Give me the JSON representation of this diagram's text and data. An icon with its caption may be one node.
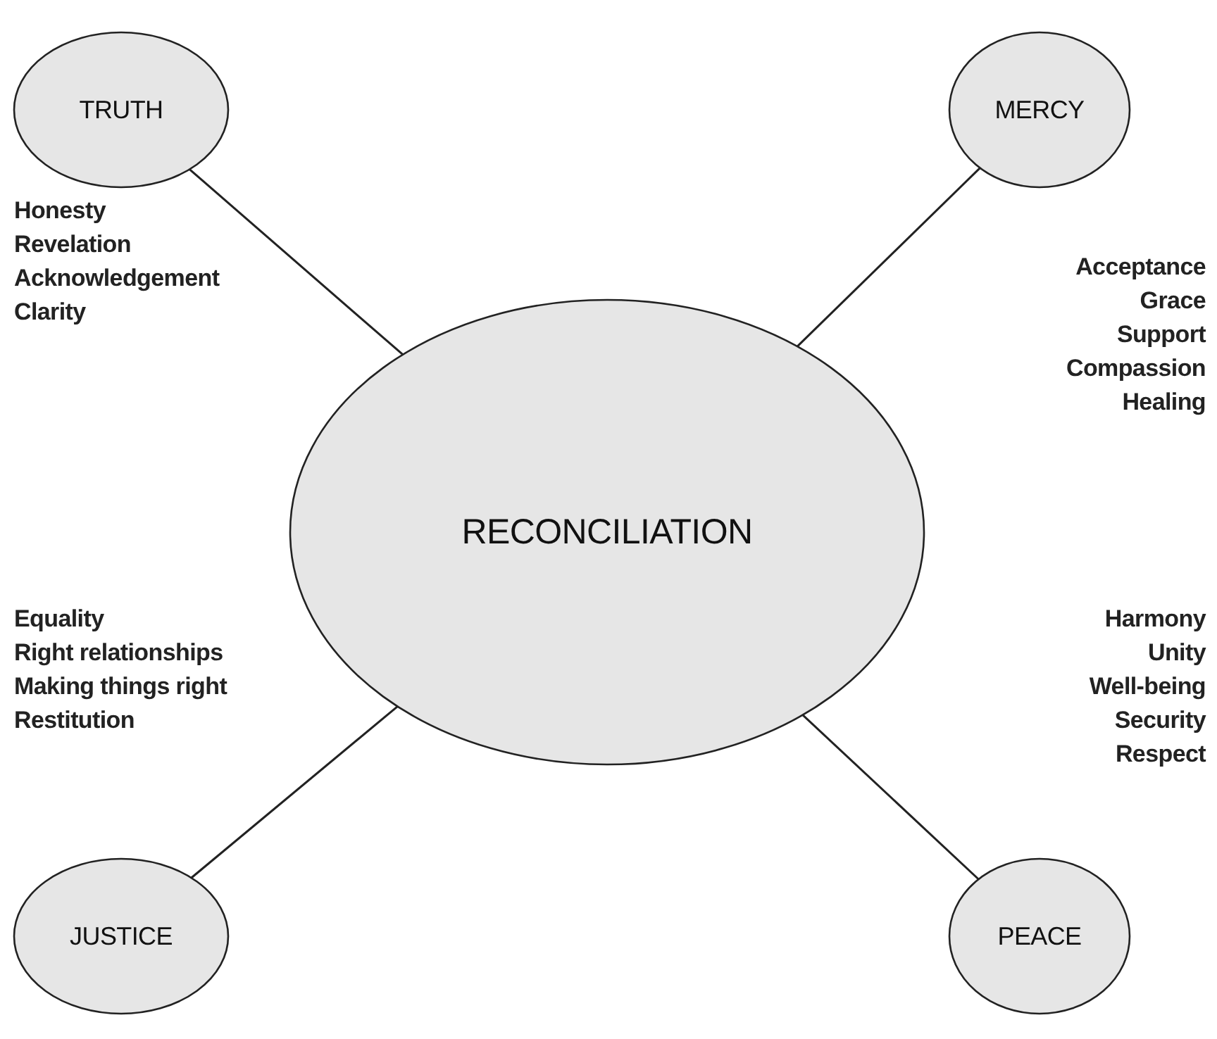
{
  "diagram": {
    "nodes": [
      {
        "text": [
          "TRUTH"
        ],
        "beside": [
          "Honesty",
          "Revelation",
          "Acknowledgement",
          "Clarity"
        ]
      },
      {
        "text": [
          "MERCY"
        ],
        "beside": [
          "Acceptance",
          "Grace",
          "Support",
          "Compassion",
          "Healing"
        ]
      },
      {
        "text": [
          "RECONCILIATION"
        ]
      },
      {
        "text": [
          "JUSTICE"
        ],
        "beside": [
          "Equality",
          "Right relationships",
          "Making things right",
          "Restitution"
        ]
      },
      {
        "text": [
          "PEACE"
        ],
        "beside": [
          "Harmony",
          "Unity",
          "Well-being",
          "Security",
          "Respect"
        ]
      }
    ],
    "edges": [
      {
        "from": 0,
        "to": 2,
        "arrow": "none"
      },
      {
        "from": 1,
        "to": 2,
        "arrow": "none"
      },
      {
        "from": 3,
        "to": 2,
        "arrow": "none"
      },
      {
        "from": 4,
        "to": 2,
        "arrow": "none"
      }
    ]
  }
}
